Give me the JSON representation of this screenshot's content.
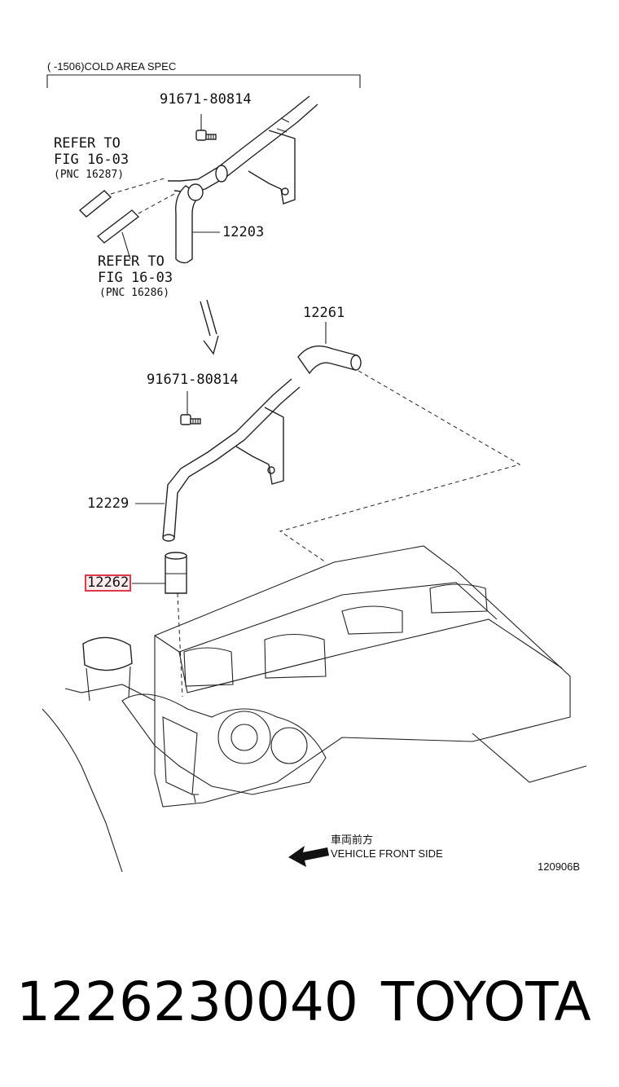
{
  "diagram": {
    "header": "(    -1506)COLD AREA SPEC",
    "labels": {
      "bolt_top": "91671-80814",
      "refer_a_line1": "REFER TO",
      "refer_a_line2": "FIG 16-03",
      "refer_a_pnc": "(PNC 16287)",
      "hose_12203": "12203",
      "refer_b_line1": "REFER TO",
      "refer_b_line2": "FIG 16-03",
      "refer_b_pnc": "(PNC 16286)",
      "hose_12261": "12261",
      "bolt_bottom": "91671-80814",
      "pipe_12229": "12229",
      "hose_12262": "12262"
    },
    "direction_jp": "車両前方",
    "direction_en": "VEHICLE FRONT SIDE",
    "figure_code": "120906B"
  },
  "footer": {
    "part_number": "1226230040",
    "brand": "TOYOTA"
  },
  "colors": {
    "highlight": "#e0394b",
    "line": "#222222"
  }
}
